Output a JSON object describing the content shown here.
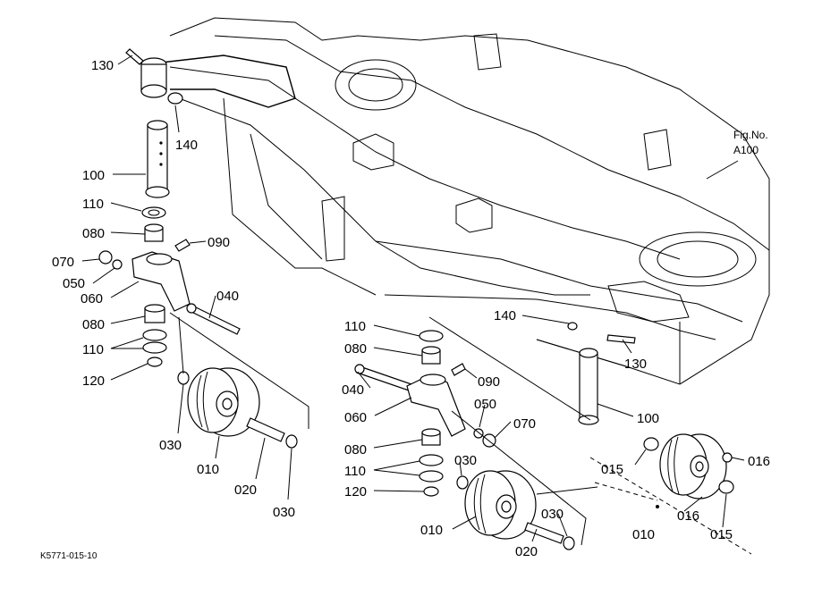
{
  "figure_ref": {
    "line1": "Fig.No.",
    "line2": "A100"
  },
  "footer_code": "K5771-015-10",
  "left_assembly": {
    "p130": "130",
    "p140": "140",
    "p100": "100",
    "p110a": "110",
    "p080a": "080",
    "p090": "090",
    "p070": "070",
    "p050": "050",
    "p060": "060",
    "p040": "040",
    "p080b": "080",
    "p110b": "110",
    "p120": "120",
    "p030a": "030",
    "p010": "010",
    "p020": "020",
    "p030b": "030"
  },
  "right_assembly": {
    "p110a": "110",
    "p080a": "080",
    "p140": "140",
    "p130": "130",
    "p040": "040",
    "p090": "090",
    "p100": "100",
    "p060": "060",
    "p050": "050",
    "p070": "070",
    "p080b": "080",
    "p030a": "030",
    "p110b": "110",
    "p120": "120",
    "p030b": "030",
    "p010": "010",
    "p020": "020"
  },
  "side_assembly": {
    "p015a": "015",
    "p016a": "016",
    "p016b": "016",
    "p010": "010",
    "p015b": "015"
  }
}
